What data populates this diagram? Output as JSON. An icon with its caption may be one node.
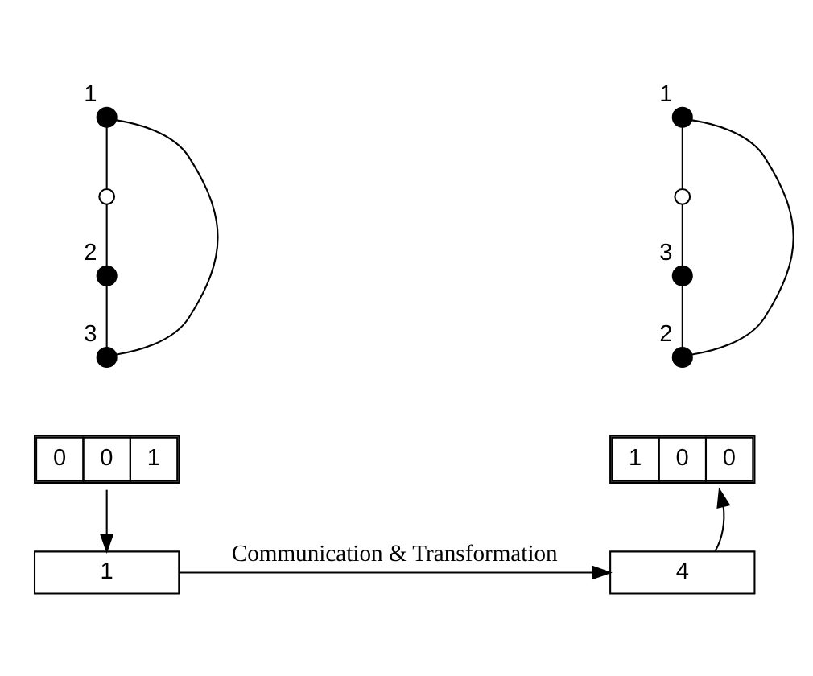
{
  "diagram": {
    "nodes": [
      {
        "text": [],
        "shape": "dot",
        "beside": [
          "1"
        ]
      },
      {
        "text": [],
        "shape": "circle"
      },
      {
        "text": [],
        "shape": "dot",
        "beside": [
          "2"
        ]
      },
      {
        "text": [],
        "shape": "dot",
        "beside": [
          "3"
        ]
      },
      {
        "text": [],
        "shape": "dot",
        "beside": [
          "1"
        ]
      },
      {
        "text": [],
        "shape": "circle"
      },
      {
        "text": [],
        "shape": "dot",
        "beside": [
          "3"
        ]
      },
      {
        "text": [],
        "shape": "dot",
        "beside": [
          "2"
        ]
      },
      {
        "text": [
          "0",
          "0",
          "1"
        ]
      },
      {
        "text": [
          "1",
          "0",
          "0"
        ]
      },
      {
        "text": [
          "1"
        ]
      },
      {
        "text": [
          "4"
        ]
      }
    ],
    "edges": [
      {
        "from": 0,
        "to": 1,
        "arrow": "none"
      },
      {
        "from": 1,
        "to": 2,
        "arrow": "none"
      },
      {
        "from": 2,
        "to": 3,
        "arrow": "none"
      },
      {
        "from": 3,
        "to": 0,
        "arrow": "none"
      },
      {
        "from": 4,
        "to": 5,
        "arrow": "none"
      },
      {
        "from": 5,
        "to": 6,
        "arrow": "none"
      },
      {
        "from": 6,
        "to": 7,
        "arrow": "none"
      },
      {
        "from": 7,
        "to": 4,
        "arrow": "none"
      },
      {
        "from": 8,
        "to": 10,
        "arrow": "to"
      },
      {
        "from": 10,
        "to": 11,
        "arrow": "to",
        "label": "Communication & Transformation"
      },
      {
        "from": 11,
        "to": 9,
        "arrow": "to"
      }
    ]
  }
}
